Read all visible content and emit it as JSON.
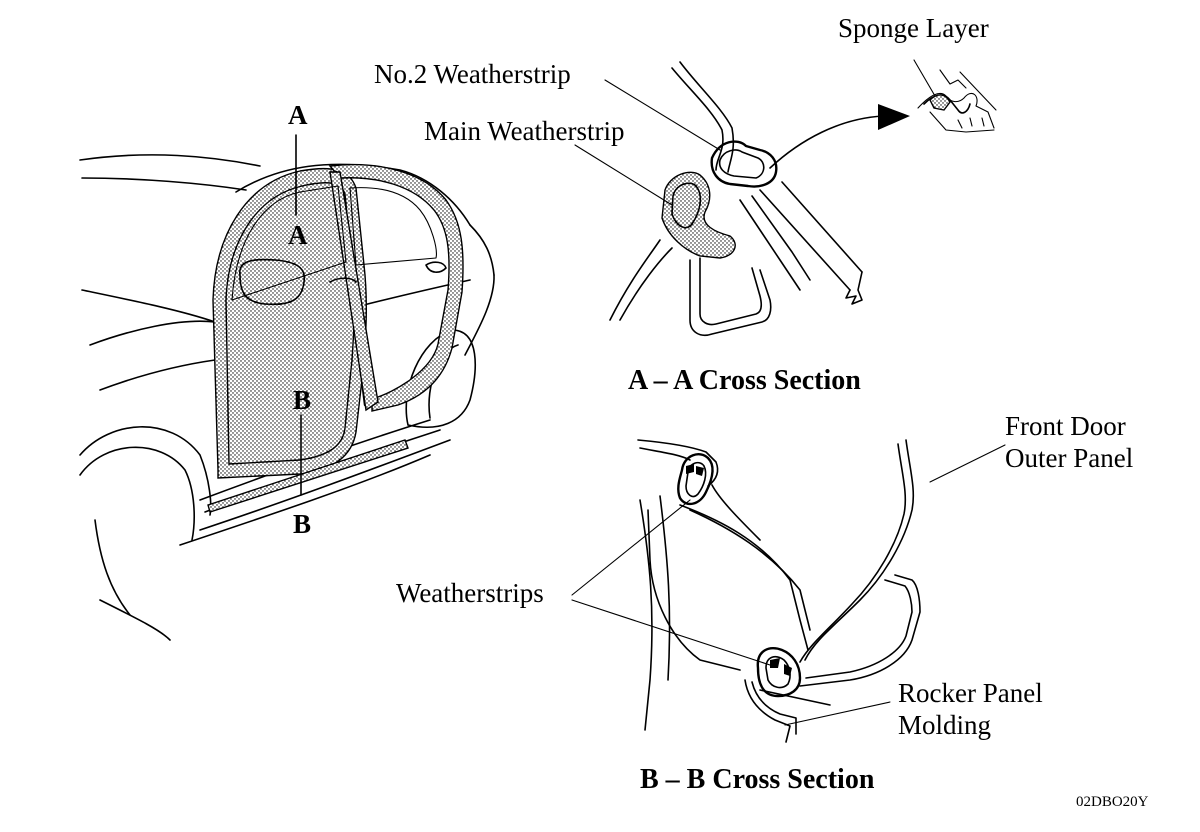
{
  "labels": {
    "section_a_top": "A",
    "section_a_bottom": "A",
    "section_b_top": "B",
    "section_b_bottom": "B",
    "sponge_layer": "Sponge Layer",
    "no2_weatherstrip": "No.2 Weatherstrip",
    "main_weatherstrip": "Main Weatherstrip",
    "front_door_outer_panel_line1": "Front Door",
    "front_door_outer_panel_line2": "Outer Panel",
    "weatherstrips": "Weatherstrips",
    "rocker_panel_molding_line1": "Rocker Panel",
    "rocker_panel_molding_line2": "Molding"
  },
  "section_titles": {
    "aa": "A – A Cross Section",
    "bb": "B – B Cross Section"
  },
  "figure_code": "02DBO20Y"
}
